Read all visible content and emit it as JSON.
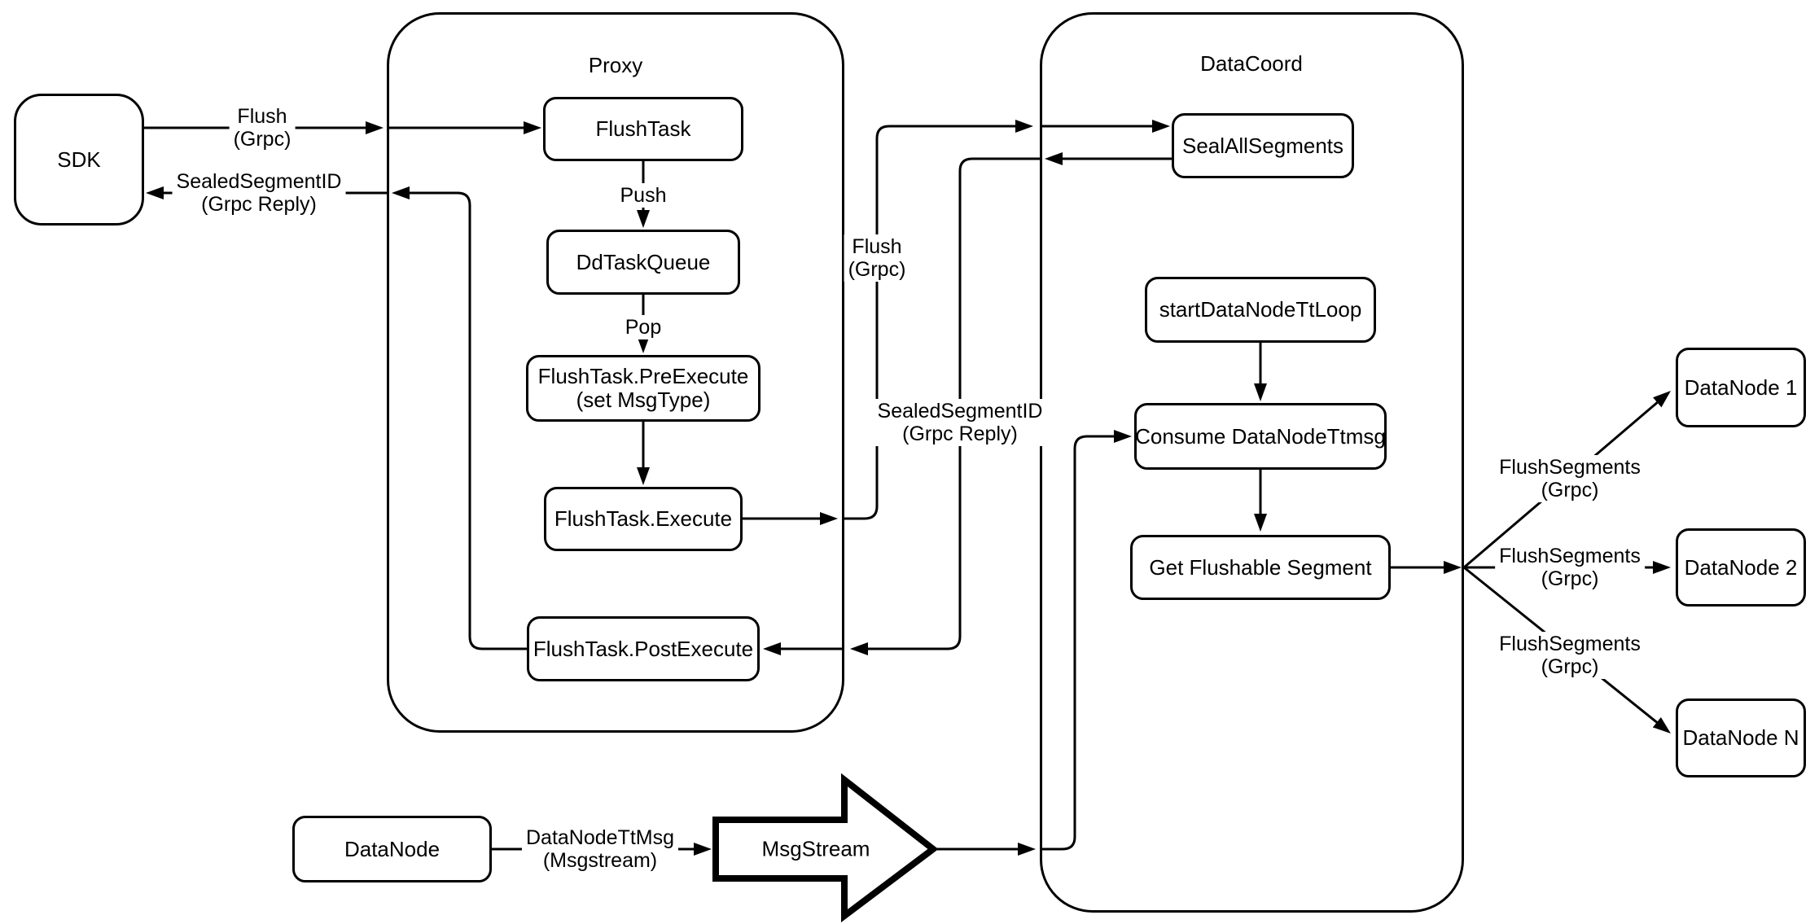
{
  "diagram": {
    "colors": {
      "stroke": "#000000",
      "background": "#ffffff"
    },
    "containers": {
      "proxy": {
        "title": "Proxy"
      },
      "datacoord": {
        "title": "DataCoord"
      }
    },
    "nodes": {
      "sdk": {
        "label": "SDK"
      },
      "flushtask": {
        "label": "FlushTask"
      },
      "ddtaskqueue": {
        "label": "DdTaskQueue"
      },
      "preexecute": {
        "line1": "FlushTask.PreExecute",
        "line2": "(set MsgType)"
      },
      "execute": {
        "label": "FlushTask.Execute"
      },
      "postexecute": {
        "label": "FlushTask.PostExecute"
      },
      "sealallsegments": {
        "label": "SealAllSegments"
      },
      "startdatanodettloop": {
        "label": "startDataNodeTtLoop"
      },
      "consumedatanodettmsg": {
        "label": "Consume DataNodeTtmsg"
      },
      "getflushablesegment": {
        "label": "Get Flushable Segment"
      },
      "datanode1": {
        "label": "DataNode 1"
      },
      "datanode2": {
        "label": "DataNode 2"
      },
      "datanoden": {
        "label": "DataNode N"
      },
      "datanode_source": {
        "label": "DataNode"
      },
      "msgstream": {
        "label": "MsgStream"
      }
    },
    "edge_labels": {
      "flush_sdk_proxy": {
        "line1": "Flush",
        "line2": "(Grpc)"
      },
      "sealed_proxy_sdk": {
        "line1": "SealedSegmentID",
        "line2": "(Grpc Reply)"
      },
      "push": {
        "line1": "Push"
      },
      "pop": {
        "line1": "Pop"
      },
      "flush_proxy_datacoord": {
        "line1": "Flush",
        "line2": "(Grpc)"
      },
      "sealed_datacoord_proxy": {
        "line1": "SealedSegmentID",
        "line2": "(Grpc Reply)"
      },
      "flushsegments_1": {
        "line1": "FlushSegments",
        "line2": "(Grpc)"
      },
      "flushsegments_2": {
        "line1": "FlushSegments",
        "line2": "(Grpc)"
      },
      "flushsegments_3": {
        "line1": "FlushSegments",
        "line2": "(Grpc)"
      },
      "datanodettmsg": {
        "line1": "DataNodeTtMsg",
        "line2": "(Msgstream)"
      }
    }
  }
}
